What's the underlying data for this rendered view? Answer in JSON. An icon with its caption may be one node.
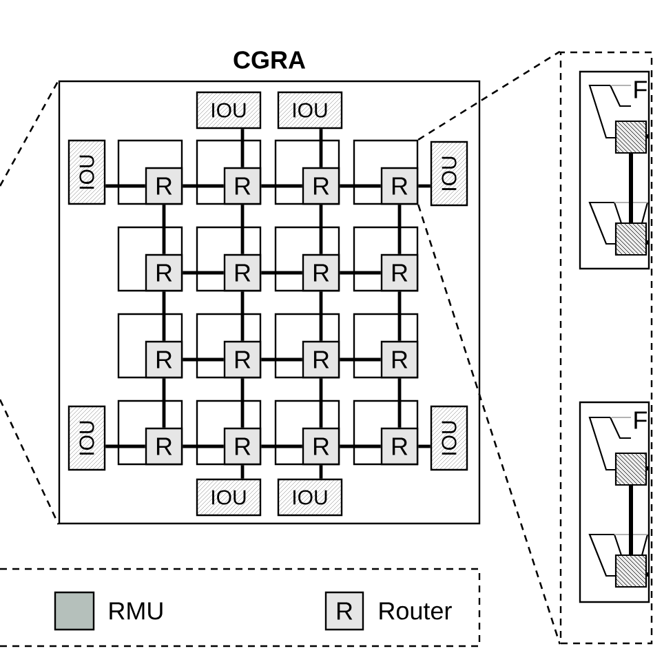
{
  "diagram": {
    "nodes": [
      {
        "text": [
          "CGRA"
        ]
      },
      {
        "text": [
          "IOU"
        ],
        "in": 0
      },
      {
        "text": [
          "IOU"
        ],
        "in": 0
      },
      {
        "text": [
          "IOU"
        ],
        "in": 0
      },
      {
        "text": [],
        "shape": "box",
        "in": 0
      },
      {
        "text": [
          "R"
        ],
        "in": 4
      },
      {
        "text": [],
        "shape": "box",
        "in": 0
      },
      {
        "text": [
          "R"
        ],
        "in": 6
      },
      {
        "text": [],
        "shape": "box",
        "in": 0
      },
      {
        "text": [
          "R"
        ],
        "in": 8
      },
      {
        "text": [],
        "shape": "box",
        "in": 0
      },
      {
        "text": [
          "R"
        ],
        "in": 10
      },
      {
        "text": [
          "IOU"
        ],
        "in": 0
      },
      {
        "text": [],
        "shape": "box",
        "in": 0
      },
      {
        "text": [
          "R"
        ],
        "in": 13
      },
      {
        "text": [],
        "shape": "box",
        "in": 0
      },
      {
        "text": [
          "R"
        ],
        "in": 15
      },
      {
        "text": [],
        "shape": "box",
        "in": 0
      },
      {
        "text": [
          "R"
        ],
        "in": 17
      },
      {
        "text": [],
        "shape": "box",
        "in": 0
      },
      {
        "text": [
          "R"
        ],
        "in": 19
      },
      {
        "text": [],
        "shape": "box",
        "in": 0
      },
      {
        "text": [
          "R"
        ],
        "in": 21
      },
      {
        "text": [],
        "shape": "box",
        "in": 0
      },
      {
        "text": [
          "R"
        ],
        "in": 23
      },
      {
        "text": [],
        "shape": "box",
        "in": 0
      },
      {
        "text": [
          "R"
        ],
        "in": 25
      },
      {
        "text": [],
        "shape": "box",
        "in": 0
      },
      {
        "text": [
          "R"
        ],
        "in": 27
      },
      {
        "text": [
          "IOU"
        ],
        "in": 0
      },
      {
        "text": [],
        "shape": "box",
        "in": 0
      },
      {
        "text": [
          "R"
        ],
        "in": 30
      },
      {
        "text": [],
        "shape": "box",
        "in": 0
      },
      {
        "text": [
          "R"
        ],
        "in": 32
      },
      {
        "text": [],
        "shape": "box",
        "in": 0
      },
      {
        "text": [
          "R"
        ],
        "in": 34
      },
      {
        "text": [],
        "shape": "box",
        "in": 0
      },
      {
        "text": [
          "R"
        ],
        "in": 36
      },
      {
        "text": [
          "IOU"
        ],
        "in": 0
      },
      {
        "text": [
          "IOU"
        ],
        "in": 0
      },
      {
        "text": [
          "IOU"
        ],
        "in": 0
      },
      {
        "text": [],
        "shape": "box"
      },
      {
        "text": [
          "F"
        ],
        "in": 41
      },
      {
        "text": [
          "F"
        ],
        "in": 41
      }
    ],
    "edges": [
      {
        "from": 1,
        "to": 7,
        "arrow": "none"
      },
      {
        "from": 2,
        "to": 9,
        "arrow": "none"
      },
      {
        "from": 3,
        "to": 5,
        "arrow": "none"
      },
      {
        "from": 11,
        "to": 12,
        "arrow": "none"
      },
      {
        "from": 29,
        "to": 31,
        "arrow": "none"
      },
      {
        "from": 37,
        "to": 38,
        "arrow": "none"
      },
      {
        "from": 33,
        "to": 39,
        "arrow": "none"
      },
      {
        "from": 35,
        "to": 40,
        "arrow": "none"
      },
      {
        "from": 5,
        "to": 7,
        "arrow": "none"
      },
      {
        "from": 7,
        "to": 9,
        "arrow": "none"
      },
      {
        "from": 9,
        "to": 11,
        "arrow": "none"
      },
      {
        "from": 14,
        "to": 16,
        "arrow": "none"
      },
      {
        "from": 16,
        "to": 18,
        "arrow": "none"
      },
      {
        "from": 18,
        "to": 20,
        "arrow": "none"
      },
      {
        "from": 22,
        "to": 24,
        "arrow": "none"
      },
      {
        "from": 24,
        "to": 26,
        "arrow": "none"
      },
      {
        "from": 26,
        "to": 28,
        "arrow": "none"
      },
      {
        "from": 31,
        "to": 33,
        "arrow": "none"
      },
      {
        "from": 33,
        "to": 35,
        "arrow": "none"
      },
      {
        "from": 35,
        "to": 37,
        "arrow": "none"
      },
      {
        "from": 5,
        "to": 14,
        "arrow": "none"
      },
      {
        "from": 14,
        "to": 22,
        "arrow": "none"
      },
      {
        "from": 22,
        "to": 31,
        "arrow": "none"
      },
      {
        "from": 7,
        "to": 16,
        "arrow": "none"
      },
      {
        "from": 16,
        "to": 24,
        "arrow": "none"
      },
      {
        "from": 24,
        "to": 33,
        "arrow": "none"
      },
      {
        "from": 9,
        "to": 18,
        "arrow": "none"
      },
      {
        "from": 18,
        "to": 26,
        "arrow": "none"
      },
      {
        "from": 26,
        "to": 35,
        "arrow": "none"
      },
      {
        "from": 11,
        "to": 20,
        "arrow": "none"
      },
      {
        "from": 20,
        "to": 28,
        "arrow": "none"
      },
      {
        "from": 28,
        "to": 37,
        "arrow": "none"
      },
      {
        "from": 10,
        "to": 41,
        "arrow": "none",
        "style": "dashed"
      },
      {
        "from": 11,
        "to": 41,
        "arrow": "none",
        "style": "dashed"
      },
      {
        "from": null,
        "to": 0,
        "arrow": "none",
        "style": "dashed"
      },
      {
        "from": null,
        "to": 0,
        "arrow": "none",
        "style": "dashed"
      }
    ],
    "labels": [
      "R"
    ],
    "legend": [
      {
        "text": "RMU",
        "color": "#b5c0bb"
      },
      {
        "text": "Router"
      }
    ]
  }
}
